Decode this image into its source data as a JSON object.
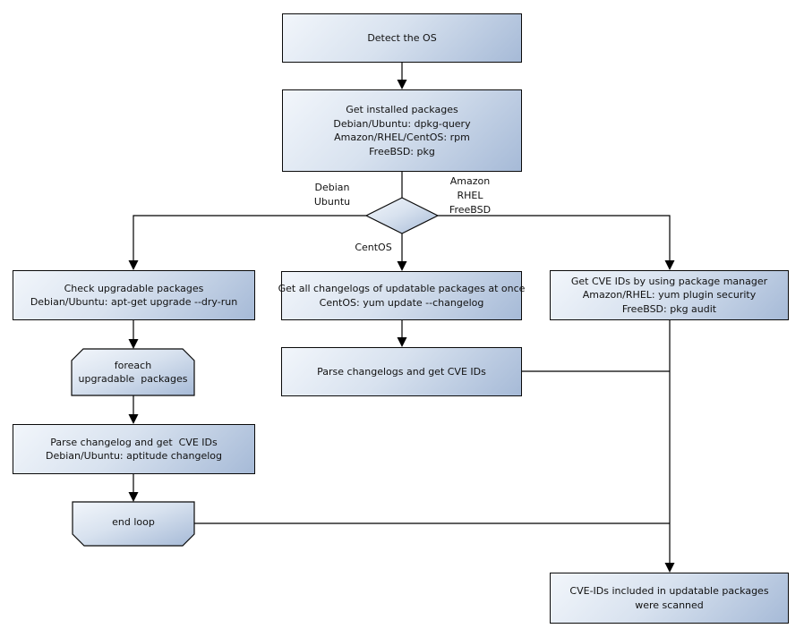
{
  "diagram": {
    "title": "OS package CVE scan flowchart",
    "colors": {
      "node_fill_light": "#f2f6fb",
      "node_fill_dark": "#a6bad7",
      "node_border": "#0a0a0a",
      "connector": "#000000",
      "background": "#ffffff",
      "text": "#111111"
    },
    "nodes": {
      "detect_os": {
        "lines": [
          "Detect the OS"
        ]
      },
      "get_installed_packages": {
        "lines": [
          "Get installed packages",
          "Debian/Ubuntu: dpkg-query",
          "Amazon/RHEL/CentOS: rpm",
          "FreeBSD: pkg"
        ]
      },
      "os_decision": {
        "shape": "diamond",
        "lines": []
      },
      "check_upgradable_packages": {
        "lines": [
          "Check upgradable packages",
          "Debian/Ubuntu: apt-get upgrade --dry-run"
        ]
      },
      "foreach_upgradable_packages": {
        "shape": "loop-begin",
        "lines": [
          "foreach",
          "upgradable  packages"
        ]
      },
      "parse_changelog_debian": {
        "lines": [
          "Parse changelog and get  CVE IDs",
          "Debian/Ubuntu: aptitude changelog"
        ]
      },
      "end_loop": {
        "shape": "loop-end",
        "lines": [
          "end loop"
        ]
      },
      "get_all_changelogs": {
        "lines": [
          "Get all changelogs of updatable packages at once",
          "CentOS: yum update --changelog"
        ]
      },
      "parse_changelogs": {
        "lines": [
          "Parse changelogs and get CVE IDs"
        ]
      },
      "get_cve_ids_pkg_manager": {
        "lines": [
          "Get CVE IDs by using package manager",
          "Amazon/RHEL: yum plugin security",
          "FreeBSD: pkg audit"
        ]
      },
      "scan_result": {
        "lines": [
          "CVE-IDs included in updatable packages",
          "were scanned"
        ]
      }
    },
    "edge_labels": {
      "left_branch": {
        "lines": [
          "Debian",
          "Ubuntu"
        ]
      },
      "right_branch": {
        "lines": [
          "Amazon",
          "RHEL",
          "FreeBSD"
        ]
      },
      "center_branch": {
        "lines": [
          "CentOS"
        ]
      }
    }
  }
}
